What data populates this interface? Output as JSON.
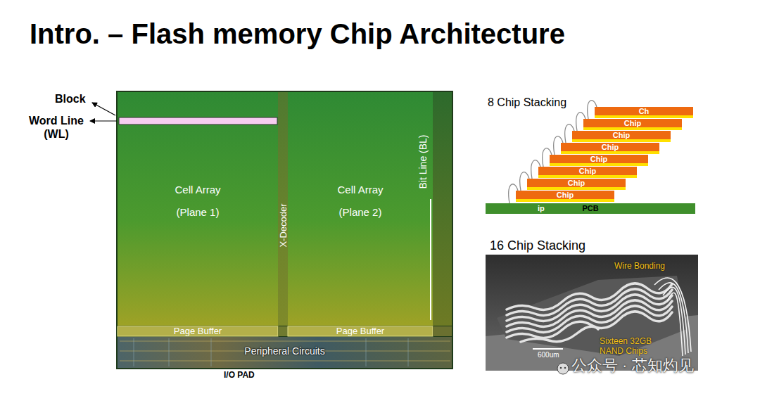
{
  "diagram": {
    "title": "Intro. – Flash memory Chip Architecture",
    "nodes": [
      {
        "text": [
          "Cell Array (Plane 1)"
        ]
      },
      {
        "text": [
          "X-Decoder"
        ]
      },
      {
        "text": [
          "Cell Array (Plane 2)"
        ]
      },
      {
        "text": [
          "Page Buffer"
        ]
      },
      {
        "text": [
          "Page Buffer"
        ]
      },
      {
        "text": [
          "Peripheral Circuits"
        ]
      },
      {
        "text": [
          "Ch"
        ]
      },
      {
        "text": [
          "Chip"
        ]
      },
      {
        "text": [
          "Chip"
        ]
      },
      {
        "text": [
          "Chip"
        ]
      },
      {
        "text": [
          "Chip"
        ]
      },
      {
        "text": [
          "Chip"
        ]
      },
      {
        "text": [
          "Chip"
        ]
      },
      {
        "text": [
          "Chip"
        ]
      },
      {
        "text": [
          "PCB"
        ]
      }
    ],
    "labels": [
      "Block",
      "Word Line (WL)",
      "Bit Line (BL)",
      "I/O PAD",
      "8 Chip Stacking",
      "ip",
      "16 Chip Stacking",
      "Wire Bonding",
      "Sixteen 32GB NAND Chips",
      "600um",
      "公众号 · 芯知灼见"
    ]
  }
}
